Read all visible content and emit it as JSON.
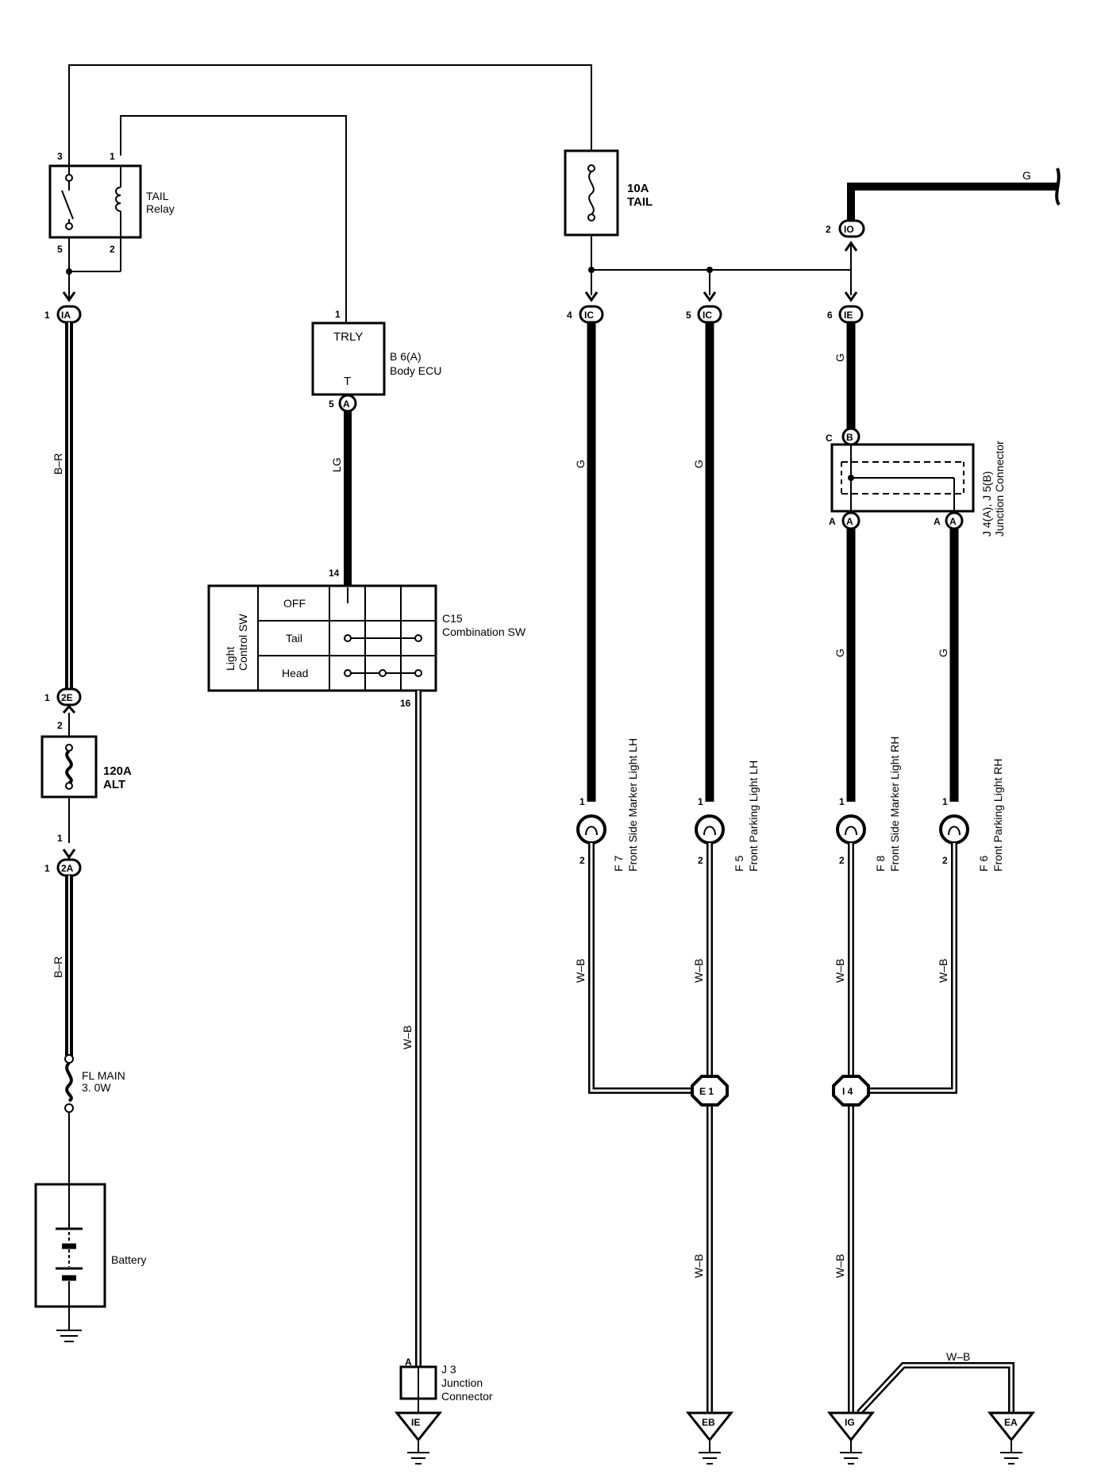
{
  "components": {
    "tail_relay": {
      "name": "TAIL",
      "sub": "Relay",
      "pins": [
        "3",
        "1",
        "5",
        "2"
      ]
    },
    "fuse_tail": {
      "rating": "10A",
      "name": "TAIL"
    },
    "fuse_alt": {
      "rating": "120A",
      "name": "ALT"
    },
    "fusible_link": {
      "name": "FL MAIN",
      "rating": "3. 0W"
    },
    "battery": {
      "name": "Battery"
    },
    "body_ecu": {
      "top_label": "TRLY",
      "bottom_label": "T",
      "id": "B 6(A)",
      "name": "Body ECU",
      "pin_top": "1",
      "pin_bottom": "5",
      "conn": "A"
    },
    "combination_sw": {
      "id": "C15",
      "name": "Combination SW",
      "side_label_1": "Light",
      "side_label_2": "Control SW",
      "rows": [
        "OFF",
        "Tail",
        "Head"
      ],
      "pin_top": "14",
      "pin_bottom": "16"
    },
    "junction_j4_j5": {
      "id": "J 4(A), J 5(B)",
      "name": "Junction Connector",
      "pin_c": "C",
      "conn_b": "B",
      "pin_a1": "A",
      "pin_a2": "A",
      "conn_a": "A"
    },
    "junction_j3": {
      "id": "J 3",
      "name_1": "Junction",
      "name_2": "Connector",
      "pin": "A"
    },
    "lights": [
      {
        "id": "F 7",
        "name": "Front Side Marker Light LH",
        "pin1": "1",
        "pin2": "2"
      },
      {
        "id": "F 5",
        "name": "Front Parking Light LH",
        "pin1": "1",
        "pin2": "2"
      },
      {
        "id": "F 8",
        "name": "Front Side Marker Light RH",
        "pin1": "1",
        "pin2": "2"
      },
      {
        "id": "F 6",
        "name": "Front Parking Light RH",
        "pin1": "1",
        "pin2": "2"
      }
    ]
  },
  "connectors": {
    "IA": {
      "code": "IA",
      "pin": "1"
    },
    "2E": {
      "code": "2E",
      "pin_left": "1",
      "pin_below": "2"
    },
    "2A": {
      "code": "2A",
      "pin_above": "1",
      "pin_left": "1"
    },
    "IC_4": {
      "code": "IC",
      "pin": "4"
    },
    "IC_5": {
      "code": "IC",
      "pin": "5"
    },
    "IE": {
      "code": "IE",
      "pin": "6"
    },
    "IO": {
      "code": "IO",
      "pin": "2"
    },
    "E1": {
      "code": "E 1"
    },
    "I4": {
      "code": "I 4"
    }
  },
  "grounds": [
    "IE",
    "EB",
    "IG",
    "EA"
  ],
  "wires": {
    "br_upper": "B–R",
    "br_lower": "B–R",
    "lg": "LG",
    "g_top": "G",
    "g_ie": "G",
    "g_ic4": "G",
    "g_ic5": "G",
    "g_ja1": "G",
    "g_ja2": "G",
    "wb_j3": "W–B",
    "wb_f7": "W–B",
    "wb_f5": "W–B",
    "wb_f8": "W–B",
    "wb_f6": "W–B",
    "wb_eb": "W–B",
    "wb_ig": "W–B",
    "wb_ea": "W–B"
  }
}
